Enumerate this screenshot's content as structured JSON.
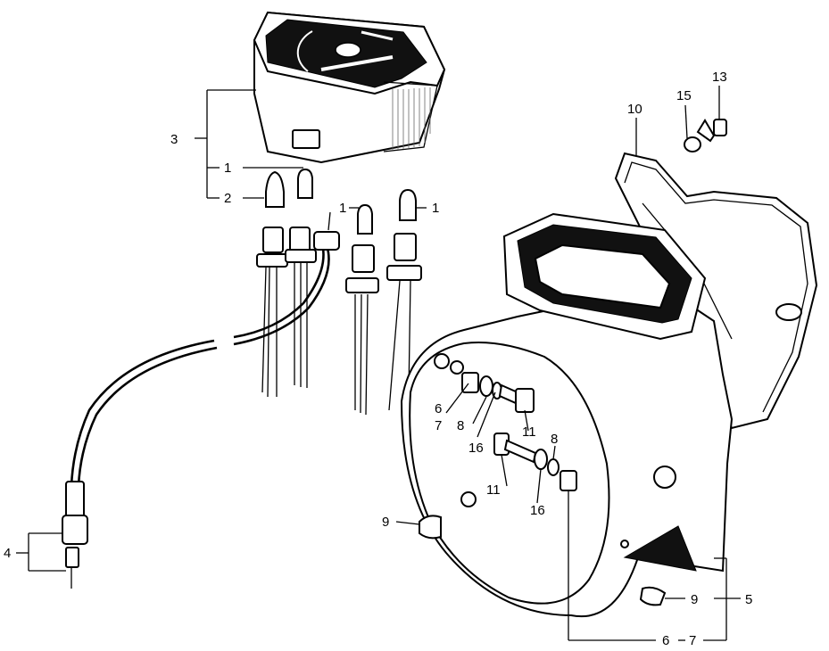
{
  "callouts": {
    "c1_top": "1",
    "c2": "2",
    "c3": "3",
    "c1_mid": "1",
    "c1_right": "1",
    "c4": "4",
    "c10": "10",
    "c15": "15",
    "c13": "13",
    "c6_a": "6",
    "c7_a": "7",
    "c8_a": "8",
    "c11_a": "11",
    "c16_a": "16",
    "c8_b": "8",
    "c11_b": "11",
    "c16_b": "16",
    "c9_a": "9",
    "c9_b": "9",
    "c5": "5",
    "c6_b": "6",
    "c7_b": "7"
  },
  "parts": {
    "speedometer": "speedometer",
    "bulbs": "bulbs",
    "bulb_sockets": "bulb-sockets",
    "meter_cable": "meter-cable",
    "headlight_case": "headlight-case",
    "mounting_bracket": "mounting-bracket",
    "grommets": "grommets",
    "bolts_washers_nuts": "bolts-washers-nuts"
  }
}
